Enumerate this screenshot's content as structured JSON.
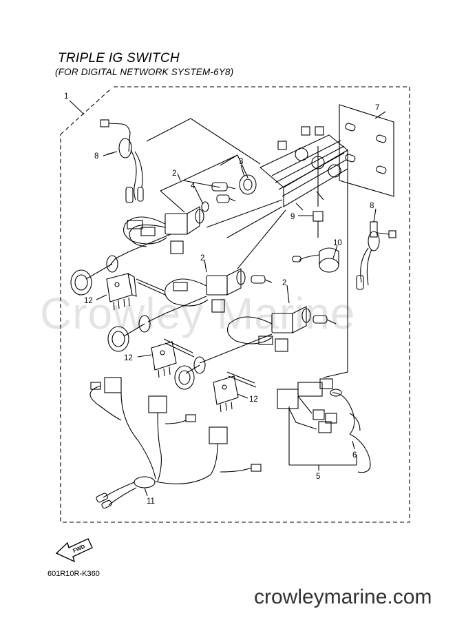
{
  "header": {
    "title": "TRIPLE IG SWITCH",
    "subtitle": "(FOR DIGITAL NETWORK SYSTEM-6Y8)"
  },
  "callouts": [
    "1",
    "2",
    "2",
    "2",
    "3",
    "4",
    "5",
    "6",
    "7",
    "8",
    "8",
    "9",
    "10",
    "11",
    "12",
    "12",
    "12"
  ],
  "fwd_label": "FWD",
  "part_code": "601R10R-K360",
  "watermark_text": "Crowley Marine",
  "site_url": "crowleymarine.com"
}
